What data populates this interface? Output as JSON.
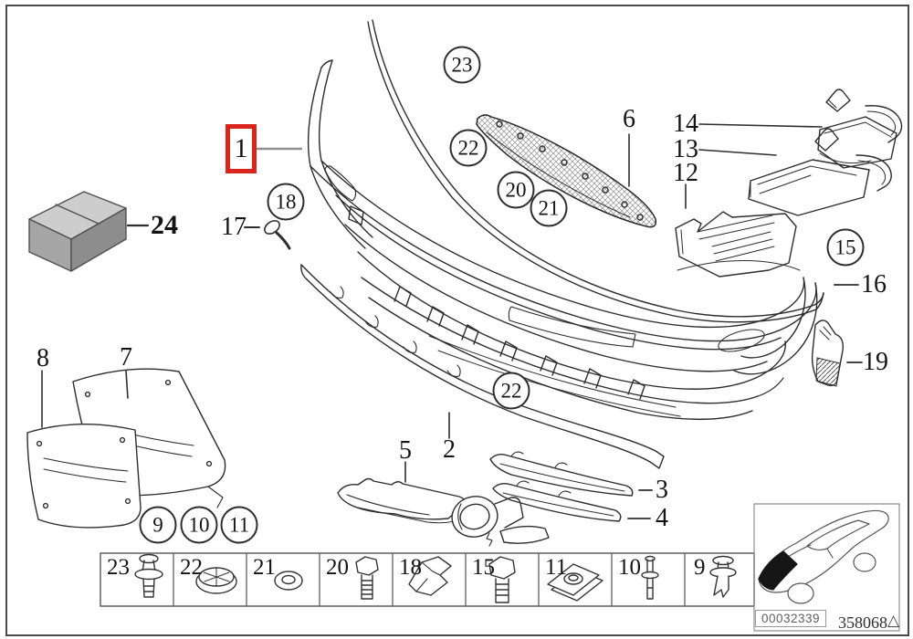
{
  "diagram": {
    "description_numbers_visible_only": true,
    "highlight_color": "#da251d",
    "selected_item": "1"
  },
  "labels": {
    "n1": "1",
    "n2": "2",
    "n3": "3",
    "n4": "4",
    "n5": "5",
    "n6": "6",
    "n7": "7",
    "n8": "8",
    "n9": "9",
    "n10": "10",
    "n11": "11",
    "n12": "12",
    "n13": "13",
    "n14": "14",
    "n15": "15",
    "n16": "16",
    "n17": "17",
    "n18": "18",
    "n19": "19",
    "n20": "20",
    "n21": "21",
    "n22": "22",
    "n23": "23",
    "n24": "24"
  },
  "fastener_row": [
    {
      "num": "23",
      "icon": "expanding-rivet-icon"
    },
    {
      "num": "22",
      "icon": "plastic-nut-icon"
    },
    {
      "num": "21",
      "icon": "washer-icon"
    },
    {
      "num": "20",
      "icon": "hex-bolt-icon"
    },
    {
      "num": "18",
      "icon": "spring-clamp-icon"
    },
    {
      "num": "15",
      "icon": "hex-bolt-icon"
    },
    {
      "num": "11",
      "icon": "cage-nut-icon"
    },
    {
      "num": "10",
      "icon": "pin-rivet-icon"
    },
    {
      "num": "9",
      "icon": "expansion-clip-icon"
    }
  ],
  "footer": {
    "image_code": "00032339",
    "diagram_number": "358068",
    "marker_glyph": "△"
  }
}
